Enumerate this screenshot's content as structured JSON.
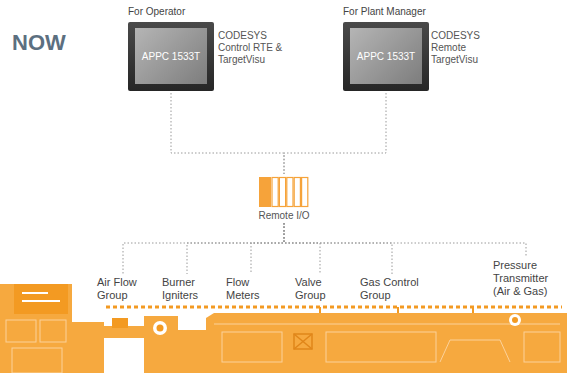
{
  "diagram": {
    "title": "NOW",
    "nodes": [
      {
        "text": [
          "For Operator",
          "APPC 1533T"
        ]
      },
      {
        "text": [
          "For Plant Manager",
          "APPC 1533T"
        ]
      },
      {
        "text": [
          "Remote I/O"
        ]
      },
      {
        "text": [
          "Air Flow Group"
        ]
      },
      {
        "text": [
          "Burner Igniters"
        ]
      },
      {
        "text": [
          "Flow Meters"
        ]
      },
      {
        "text": [
          "Valve Group"
        ]
      },
      {
        "text": [
          "Gas Control Group"
        ]
      },
      {
        "text": [
          "Pressure Transmitter (Air & Gas)"
        ]
      }
    ],
    "edges": [
      {
        "from": 0,
        "to": 2,
        "arrow": "none"
      },
      {
        "from": 1,
        "to": 2,
        "arrow": "none"
      },
      {
        "from": 2,
        "to": 3,
        "arrow": "none"
      },
      {
        "from": 2,
        "to": 4,
        "arrow": "none"
      },
      {
        "from": 2,
        "to": 5,
        "arrow": "none"
      },
      {
        "from": 2,
        "to": 6,
        "arrow": "none"
      },
      {
        "from": 2,
        "to": 7,
        "arrow": "none"
      },
      {
        "from": 2,
        "to": 8,
        "arrow": "none"
      }
    ],
    "labels": [
      "CODESYS Control RTE & TargetVisu",
      "CODESYS Remote TargetVisu"
    ]
  }
}
